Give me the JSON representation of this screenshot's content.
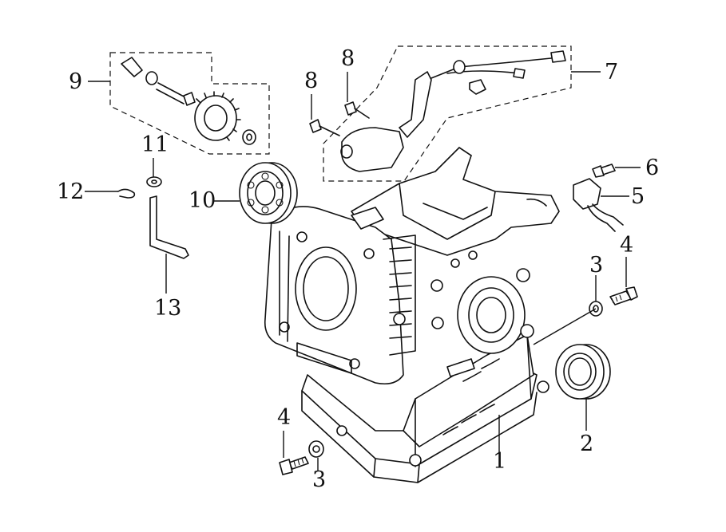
{
  "diagram": {
    "callouts": [
      {
        "id": "c1",
        "text": "1"
      },
      {
        "id": "c2",
        "text": "2"
      },
      {
        "id": "c3a",
        "text": "3"
      },
      {
        "id": "c3b",
        "text": "3"
      },
      {
        "id": "c4a",
        "text": "4"
      },
      {
        "id": "c4b",
        "text": "4"
      },
      {
        "id": "c5",
        "text": "5"
      },
      {
        "id": "c6",
        "text": "6"
      },
      {
        "id": "c7",
        "text": "7"
      },
      {
        "id": "c8a",
        "text": "8"
      },
      {
        "id": "c8b",
        "text": "8"
      },
      {
        "id": "c9",
        "text": "9"
      },
      {
        "id": "c10",
        "text": "10"
      },
      {
        "id": "c11",
        "text": "11"
      },
      {
        "id": "c12",
        "text": "12"
      },
      {
        "id": "c13",
        "text": "13"
      }
    ],
    "colors": {
      "ink": "#111111",
      "paper": "#ffffff"
    }
  }
}
